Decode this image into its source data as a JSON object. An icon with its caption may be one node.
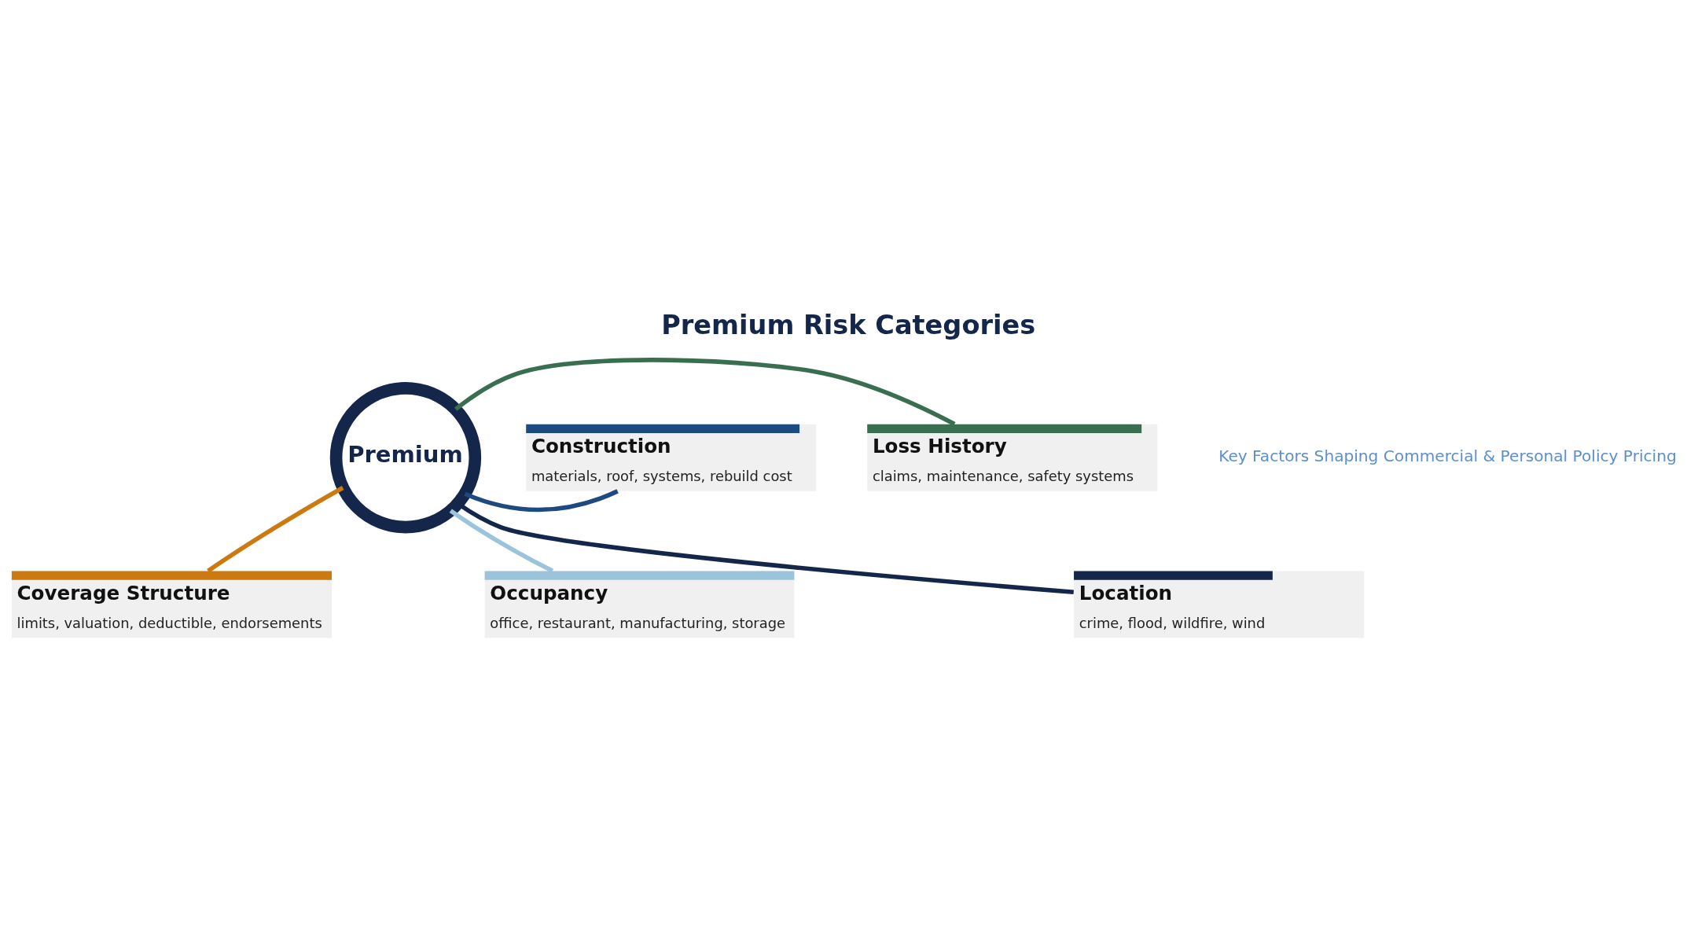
{
  "diagram": {
    "title": "Premium Risk Categories",
    "nodes": [
      {
        "text": [
          "Location",
          "crime, flood, wildfire, wind"
        ]
      },
      {
        "text": [
          "Loss History",
          "claims, maintenance, safety systems"
        ]
      },
      {
        "text": [
          "Premium"
        ]
      },
      {
        "text": [
          "Construction",
          "materials, roof, systems, rebuild cost"
        ]
      },
      {
        "text": [
          "Coverage Structure",
          "limits, valuation, deductible, endorsements"
        ]
      },
      {
        "text": [
          "Occupancy",
          "office, restaurant, manufacturing, storage"
        ]
      }
    ],
    "edges": [
      {
        "from": 2,
        "to": 0,
        "arrow": "none",
        "color": "#14264a"
      },
      {
        "from": 2,
        "to": 1,
        "arrow": "none",
        "color": "#3a6e50"
      },
      {
        "from": 2,
        "to": 3,
        "arrow": "none",
        "color": "#1e4a82"
      },
      {
        "from": 2,
        "to": 4,
        "arrow": "none",
        "color": "#cc7a10"
      },
      {
        "from": 2,
        "to": 5,
        "arrow": "none",
        "color": "#9bc3dc"
      }
    ],
    "labels": [
      "Key Factors Shaping Commercial & Personal Policy Pricing"
    ]
  }
}
